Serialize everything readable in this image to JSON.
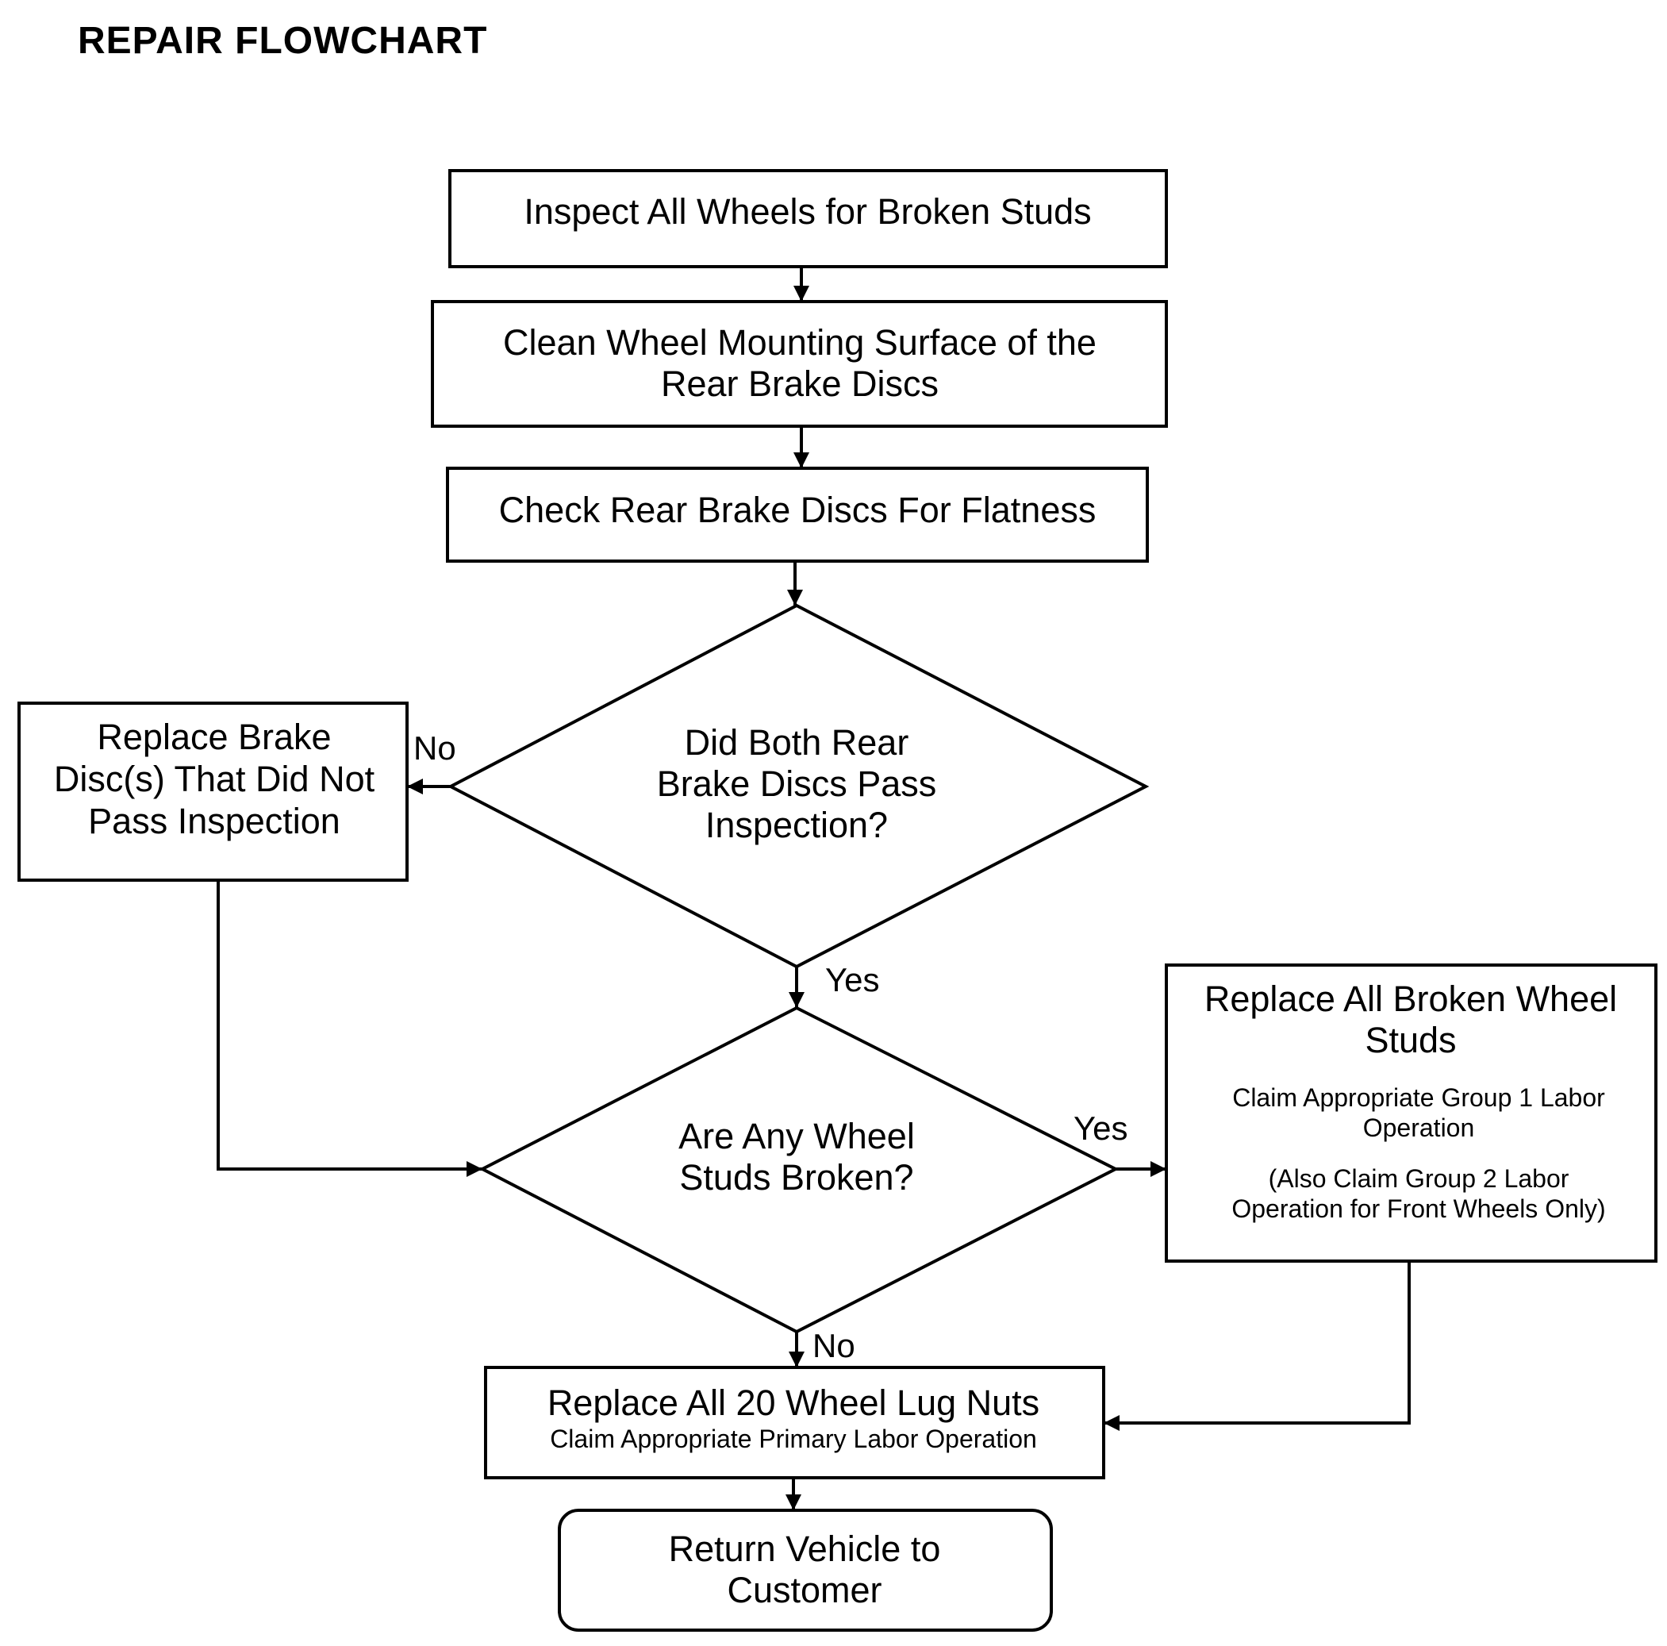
{
  "title": "REPAIR  FLOWCHART",
  "steps": {
    "inspect": "Inspect All Wheels for Broken Studs",
    "clean": [
      "Clean Wheel Mounting Surface of the",
      "Rear Brake Discs"
    ],
    "check": "Check Rear Brake Discs For Flatness",
    "decision_discs": [
      "Did Both Rear",
      "Brake Discs Pass",
      "Inspection?"
    ],
    "replace_discs": [
      "Replace Brake",
      "Disc(s) That Did Not",
      "Pass Inspection"
    ],
    "decision_studs": [
      "Are Any Wheel",
      "Studs Broken?"
    ],
    "replace_studs": {
      "title": [
        "Replace All Broken Wheel",
        "Studs"
      ],
      "note1": [
        "Claim Appropriate Group 1 Labor",
        "Operation"
      ],
      "note2": [
        "(Also Claim Group 2 Labor",
        "Operation for Front Wheels Only)"
      ]
    },
    "replace_nuts": {
      "title": "Replace All 20 Wheel Lug Nuts",
      "note": "Claim Appropriate Primary Labor Operation"
    },
    "return": [
      "Return Vehicle to",
      "Customer"
    ]
  },
  "edge_labels": {
    "discs_no": "No",
    "discs_yes": "Yes",
    "studs_yes": "Yes",
    "studs_no": "No"
  }
}
